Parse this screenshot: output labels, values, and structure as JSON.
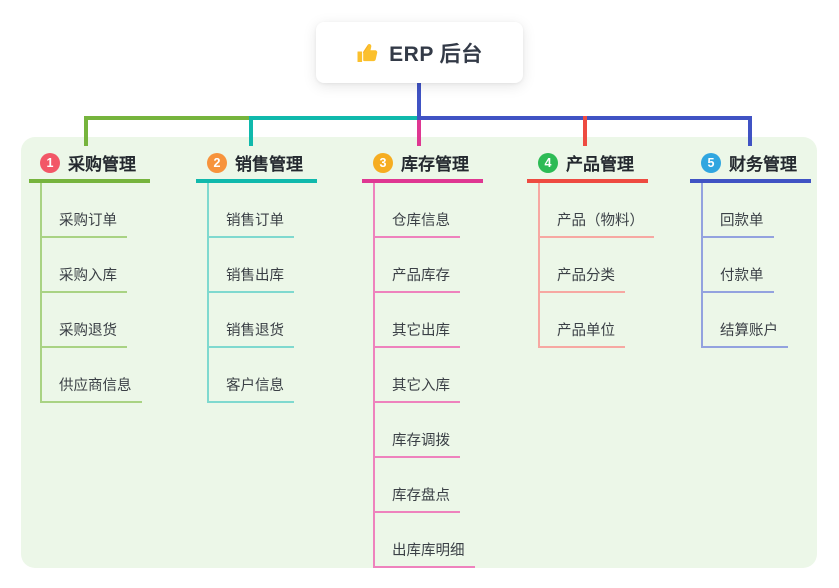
{
  "root": {
    "icon": "thumbs-up",
    "title": "ERP 后台"
  },
  "colors": {
    "trunk": "#4053c4",
    "panel_bg": "#ecf7e8",
    "card_bg": "#ffffff",
    "icon_yellow": "#fbc02d"
  },
  "branches": [
    {
      "number": "1",
      "title": "采购管理",
      "badge_color": "#f25767",
      "line_color": "#76b43d",
      "child_line_color": "#a9d383",
      "items": [
        "采购订单",
        "采购入库",
        "采购退货",
        "供应商信息"
      ]
    },
    {
      "number": "2",
      "title": "销售管理",
      "badge_color": "#f7933c",
      "line_color": "#10b9ac",
      "child_line_color": "#7fd9cf",
      "items": [
        "销售订单",
        "销售出库",
        "销售退货",
        "客户信息"
      ]
    },
    {
      "number": "3",
      "title": "库存管理",
      "badge_color": "#f6ad21",
      "line_color": "#df3792",
      "child_line_color": "#ee82bd",
      "items": [
        "仓库信息",
        "产品库存",
        "其它出库",
        "其它入库",
        "库存调拨",
        "库存盘点",
        "出库库明细"
      ]
    },
    {
      "number": "4",
      "title": "产品管理",
      "badge_color": "#2dbb55",
      "line_color": "#ee4b41",
      "child_line_color": "#f7a8a2",
      "items": [
        "产品（物料）",
        "产品分类",
        "产品单位"
      ]
    },
    {
      "number": "5",
      "title": "财务管理",
      "badge_color": "#30a6e0",
      "line_color": "#4053c4",
      "child_line_color": "#93a2df",
      "items": [
        "回款单",
        "付款单",
        "结算账户"
      ]
    }
  ]
}
